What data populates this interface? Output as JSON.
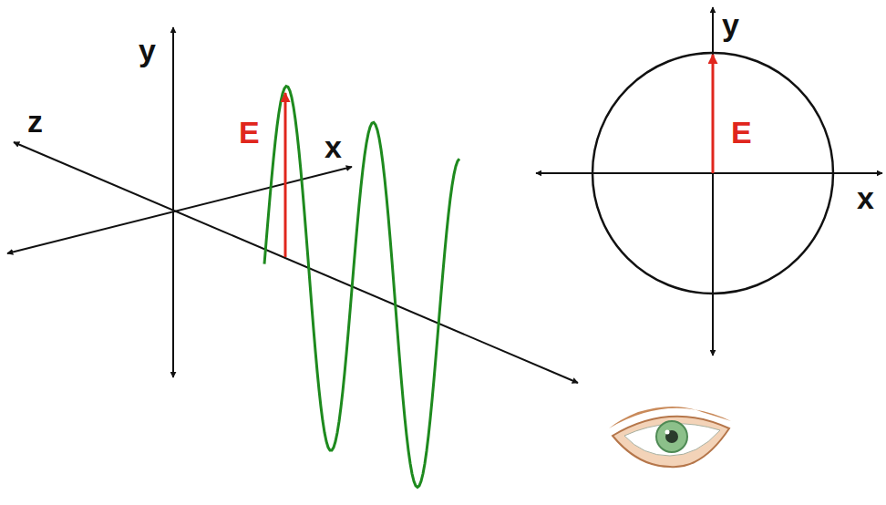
{
  "diagram": {
    "labels": [
      "y",
      "z",
      "x",
      "E",
      "y",
      "E",
      "x"
    ]
  }
}
